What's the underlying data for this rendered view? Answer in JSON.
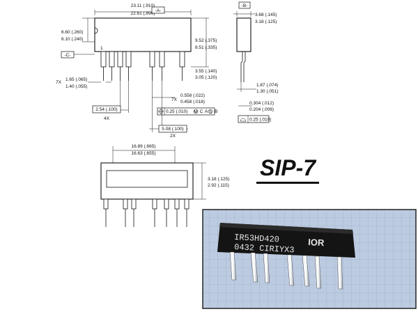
{
  "title": "SIP-7",
  "top_view": {
    "length_max": "23.11 (.910)",
    "length_min": "22.61 (.890)",
    "datum_a": "-A-",
    "datum_c": "-C-",
    "height_left_max": "6.60 (.260)",
    "height_left_min": "6.10 (.240)",
    "pin1": "1",
    "height_max": "9.52 (.375)",
    "height_min": "8.51 (.335)",
    "lead_len_max": "3.55 (.140)",
    "lead_len_min": "3.05 (.120)",
    "pin_w_count": "7X",
    "pin_w_max": "1.65 (.065)",
    "pin_w_min": "1.40 (.055)",
    "lead_w_count": "7X",
    "lead_w_max": "0.558 (.022)",
    "lead_w_min": "0.458 (.018)",
    "pitch": "2.54 (.100)",
    "pitch_count": "4X",
    "tol_prefix": "0.25 (.010)",
    "tol_m": "M",
    "tol_c": "C",
    "tol_a": "A",
    "tol_s": "S",
    "tol_b": "B",
    "wide_pitch": "5.08 (.100)",
    "wide_pitch_count": "2X"
  },
  "side_view": {
    "datum_b": "-B-",
    "thick_max": "3.68 (.145)",
    "thick_min": "3.18 (.125)",
    "offset_max": "1.87 (.074)",
    "offset_min": "1.30 (.051)",
    "lead_t_max": "0.304 (.012)",
    "lead_t_min": "0.204 (.008)",
    "profile_tol": "0.25 (.010)"
  },
  "bottom_view": {
    "width_max": "16.89 (.665)",
    "width_min": "16.63 (.655)",
    "h_max": "3.18 (.125)",
    "h_min": "2.92 (.115)"
  },
  "photo": {
    "marking_line1": "IR53HD420",
    "marking_line2": "0432 CIRIYX3",
    "logo": "IOR",
    "bg_color": "#bccbe0",
    "grid_color": "#8fa6c7"
  }
}
